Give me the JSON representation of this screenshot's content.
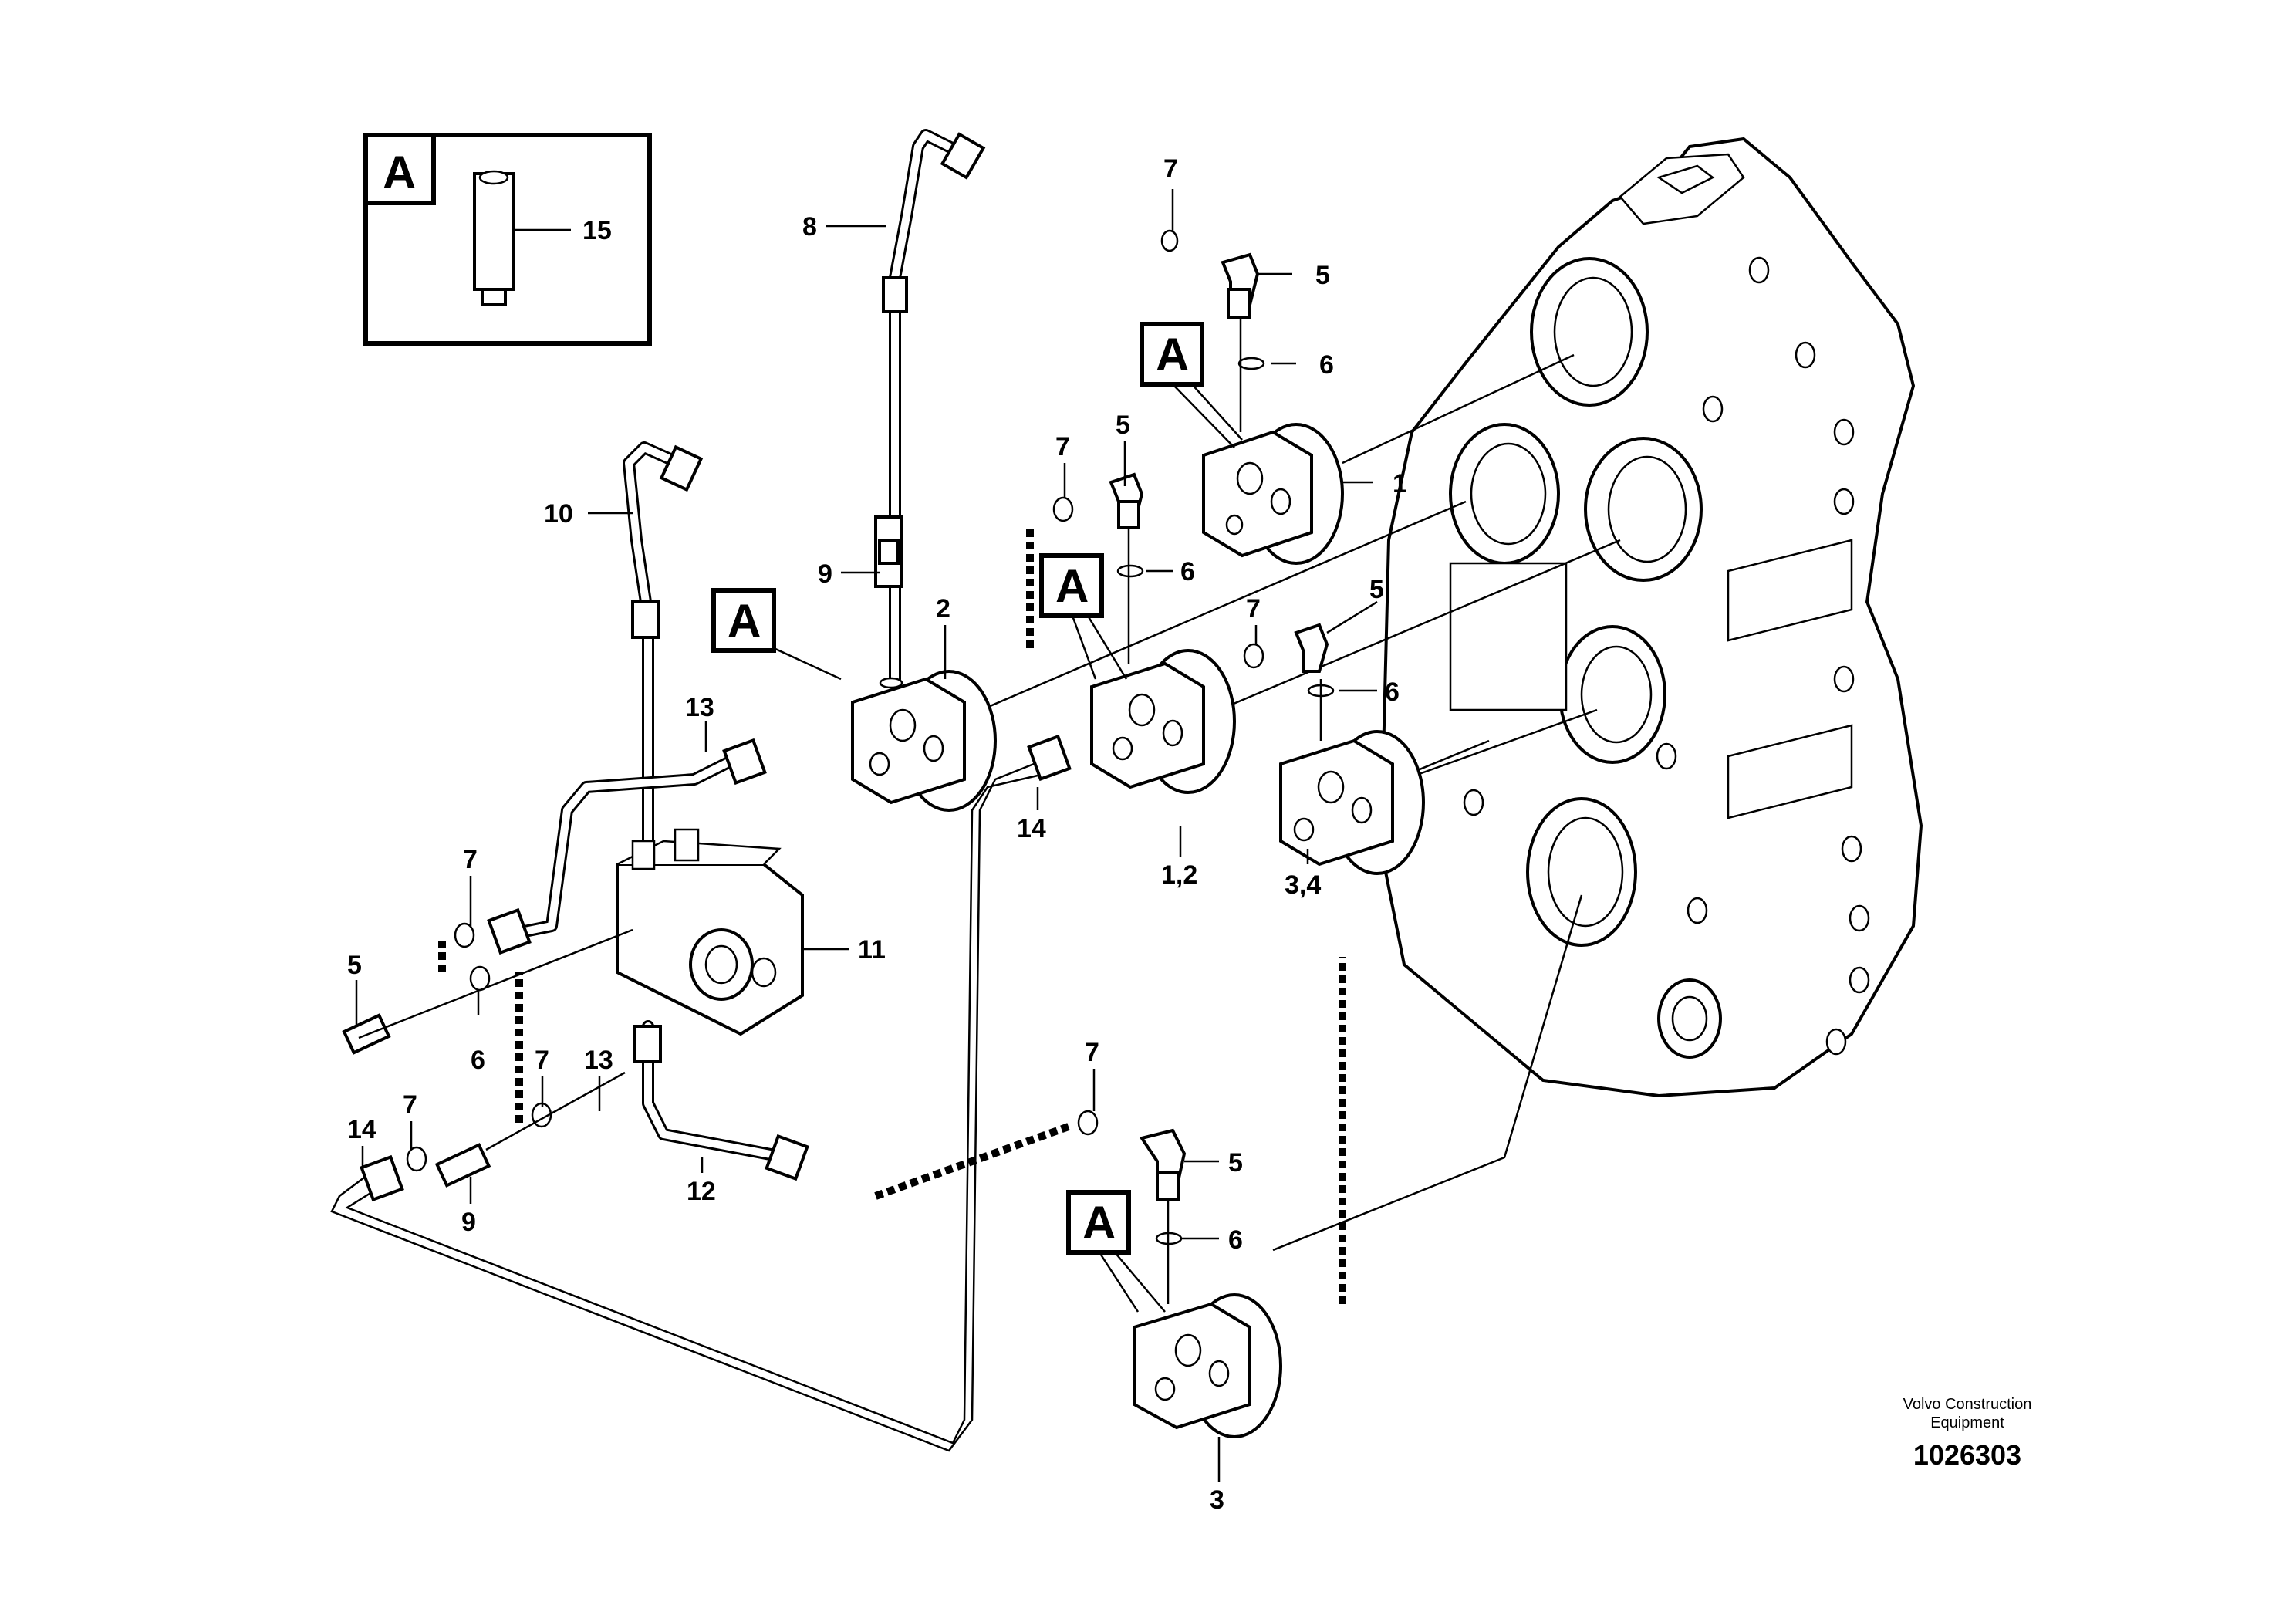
{
  "callouts": {
    "c15": "15",
    "c8": "8",
    "c7a": "7",
    "c5a": "5",
    "c6a": "6",
    "c1": "1",
    "c7b": "7",
    "c5b": "5",
    "c10": "10",
    "c9a": "9",
    "c2": "2",
    "c6b": "6",
    "c7c": "7",
    "c5c": "5",
    "c6c": "6",
    "c13a": "13",
    "c14a": "14",
    "c12combo": "1,2",
    "c34combo": "3,4",
    "c7d": "7",
    "c5d": "5",
    "c11": "11",
    "c6d": "6",
    "c7e": "7",
    "c13b": "13",
    "c14b": "14",
    "c7f": "7",
    "c9b": "9",
    "c12": "12",
    "c7g": "7",
    "c5e": "5",
    "c6e": "6",
    "c3": "3"
  },
  "view_markers": {
    "inset": "A",
    "m1": "A",
    "m2": "A",
    "m3": "A",
    "m4": "A"
  },
  "credit": {
    "line1": "Volvo Construction",
    "line2": "Equipment",
    "number": "1026303"
  }
}
